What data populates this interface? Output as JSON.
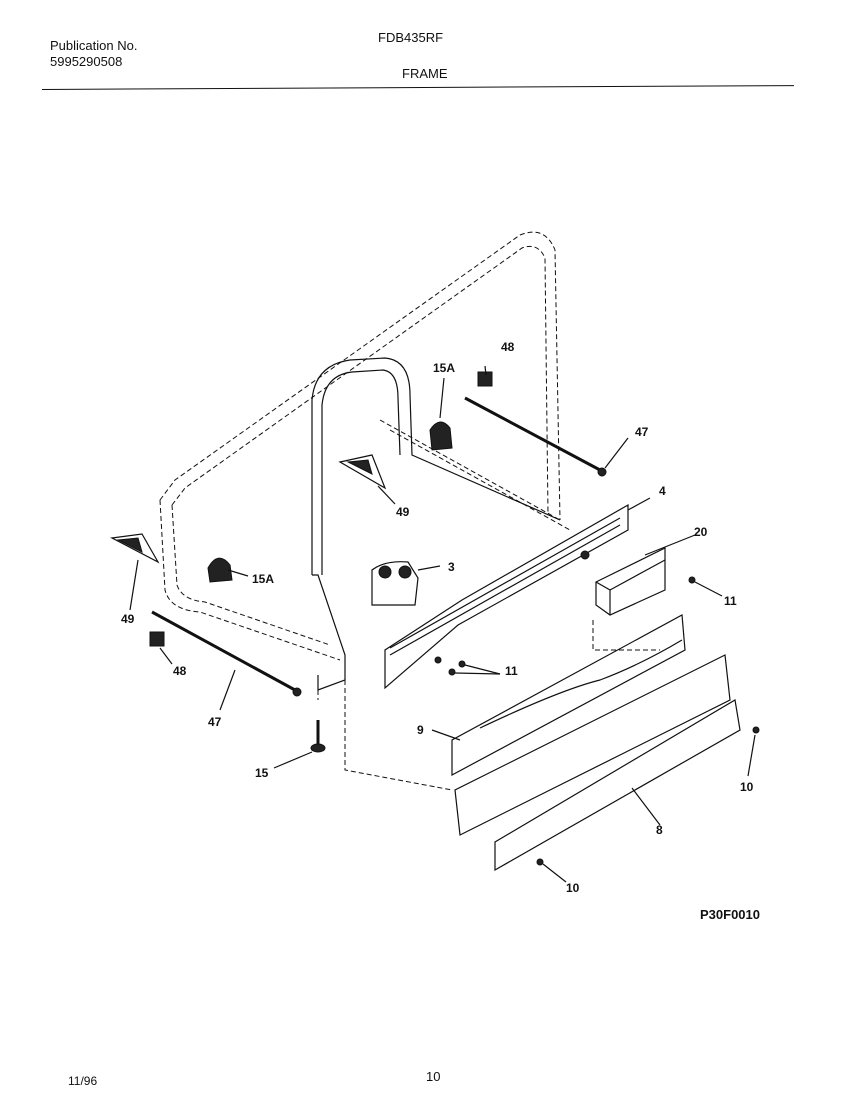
{
  "header": {
    "publication_label": "Publication No.",
    "publication_number": "5995290508",
    "model": "FDB435RF",
    "section": "FRAME"
  },
  "callouts": {
    "c48_top": "48",
    "c15a_top": "15A",
    "c47_top": "47",
    "c4": "4",
    "c49_center": "49",
    "c20": "20",
    "c3": "3",
    "c15a_left": "15A",
    "c11_right": "11",
    "c49_left": "49",
    "c48_left": "48",
    "c11_lower": "11",
    "c47_lower": "47",
    "c9": "9",
    "c15": "15",
    "c10_right": "10",
    "c8": "8",
    "c10_bottom": "10"
  },
  "figure_code": "P30F0010",
  "footer": {
    "date": "11/96",
    "page": "10"
  }
}
